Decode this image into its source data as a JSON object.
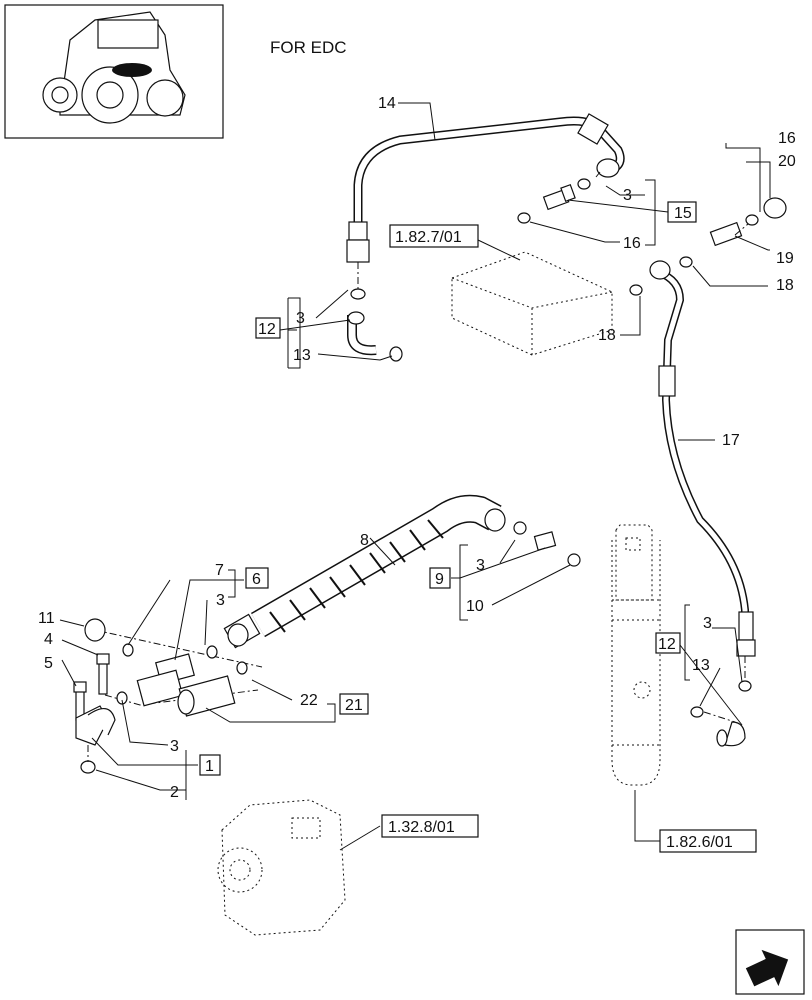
{
  "header": {
    "title": "FOR EDC"
  },
  "callouts": {
    "c1": "1",
    "c2": "2",
    "c3a": "3",
    "c3b": "3",
    "c3c": "3",
    "c3d": "3",
    "c3e": "3",
    "c3f": "3",
    "c4": "4",
    "c5": "5",
    "c6": "6",
    "c7": "7",
    "c8": "8",
    "c9": "9",
    "c10": "10",
    "c11": "11",
    "c12a": "12",
    "c12b": "12",
    "c13a": "13",
    "c13b": "13",
    "c14": "14",
    "c15": "15",
    "c16a": "16",
    "c16b": "16",
    "c17": "17",
    "c18a": "18",
    "c18b": "18",
    "c19": "19",
    "c20": "20",
    "c21": "21",
    "c22": "22"
  },
  "references": {
    "ref_valve_block": "1.82.7/01",
    "ref_pump": "1.32.8/01",
    "ref_cylinder": "1.82.6/01"
  },
  "icons": {
    "thumbnail": "tractor-thumbnail-icon",
    "nav": "next-page-arrow-icon"
  }
}
